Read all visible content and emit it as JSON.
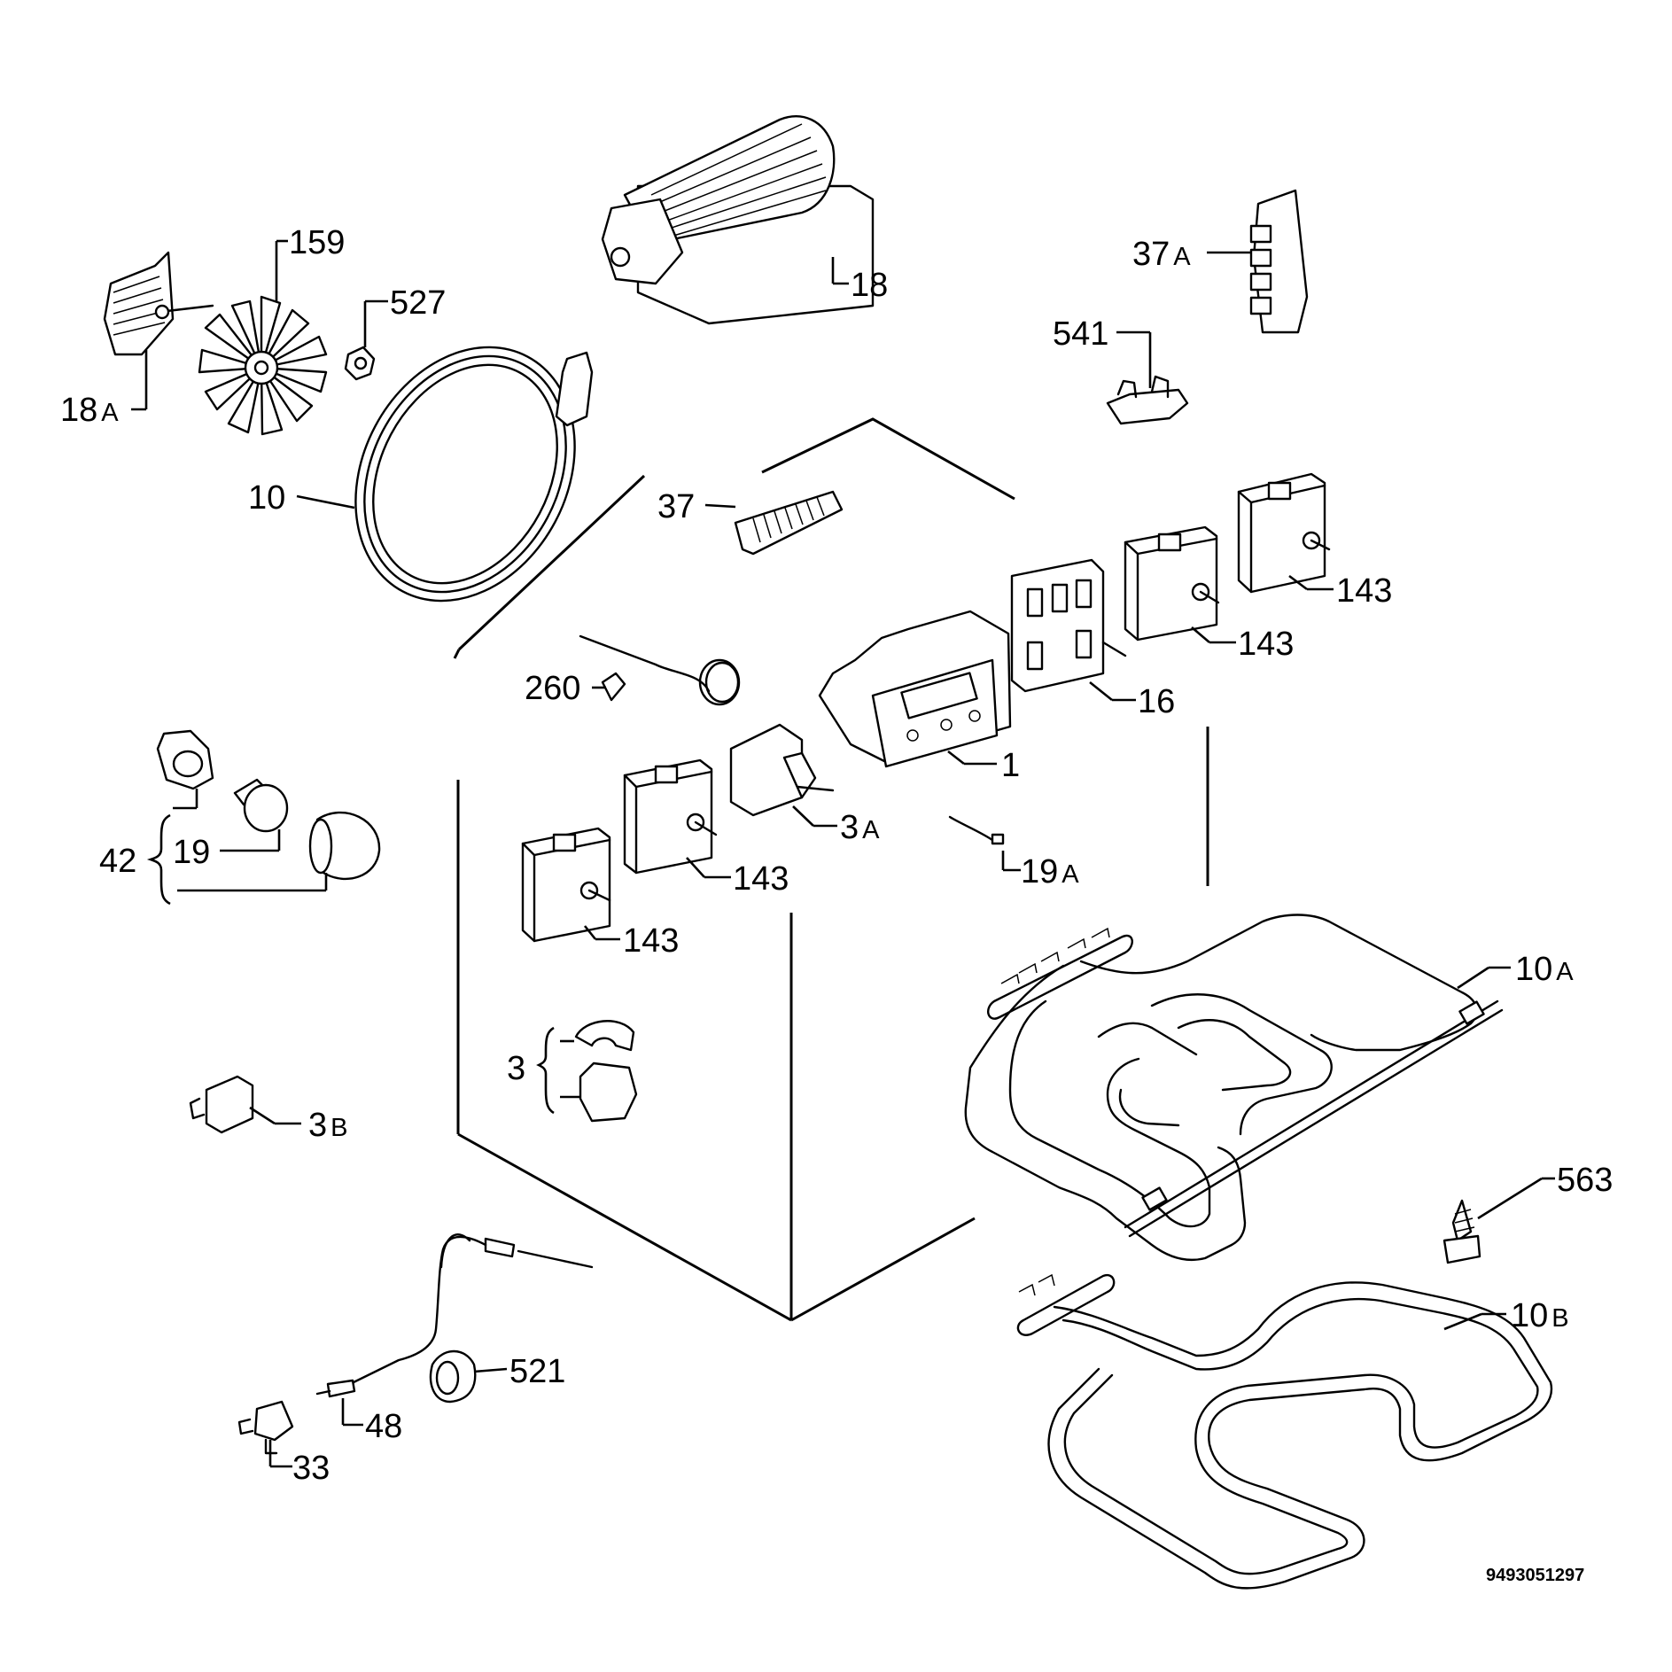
{
  "diagram": {
    "labels": {
      "p18": "18",
      "p18a": "18",
      "p18a_suffix": "A",
      "p159": "159",
      "p527": "527",
      "p10": "10",
      "p37a": "37",
      "p37a_suffix": "A",
      "p541": "541",
      "p37": "37",
      "p143a": "143",
      "p143b": "143",
      "p143c": "143",
      "p143d": "143",
      "p16": "16",
      "p260": "260",
      "p1": "1",
      "p3a": "3",
      "p3a_suffix": "A",
      "p19a": "19",
      "p19a_suffix": "A",
      "p42": "42",
      "p19": "19",
      "p10a": "10",
      "p10a_suffix": "A",
      "p3": "3",
      "p3b": "3",
      "p3b_suffix": "B",
      "p563": "563",
      "p10b": "10",
      "p10b_suffix": "B",
      "p521": "521",
      "p48": "48",
      "p33": "33"
    },
    "reference_number": "9493051297"
  }
}
